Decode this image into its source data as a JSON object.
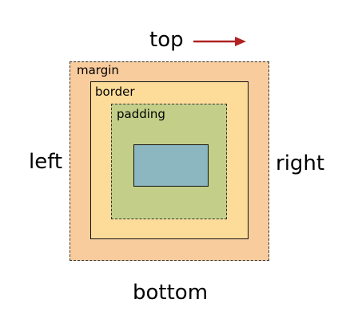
{
  "labels": {
    "top": "top",
    "left": "left",
    "right": "right",
    "bottom": "bottom"
  },
  "boxes": {
    "margin": {
      "label": "margin",
      "color": "#f8cc9d"
    },
    "border": {
      "label": "border",
      "color": "#fddc9a"
    },
    "padding": {
      "label": "padding",
      "color": "#c3cf89"
    },
    "content": {
      "label": "",
      "color": "#8cb6c0"
    }
  },
  "arrow": {
    "color": "#b22222",
    "direction": "right"
  }
}
